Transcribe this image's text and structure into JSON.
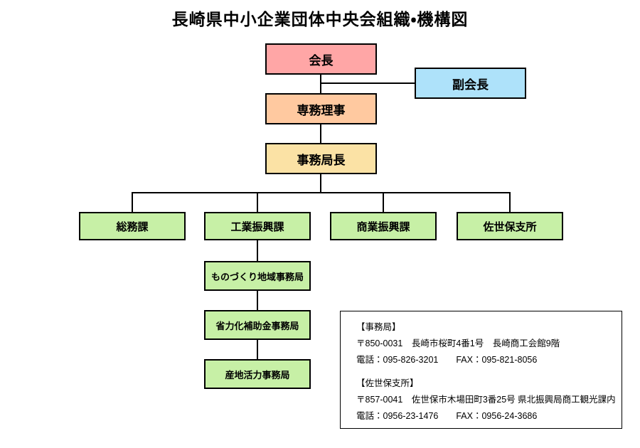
{
  "title": "長崎県中小企業団体中央会組織・機構図",
  "org": {
    "chairman": "会長",
    "vice_chairman": "副会長",
    "executive_director": "専務理事",
    "secretary_general": "事務局長",
    "departments": [
      "総務課",
      "工業振興課",
      "商業振興課",
      "佐世保支所"
    ],
    "industry_sub_offices": [
      "ものづくり地域事務局",
      "省力化補助金事務局",
      "産地活力事務局"
    ]
  },
  "info_box": {
    "office_heading": "【事務局】",
    "office_address": "〒850-0031　長崎市桜町4番1号　長崎商工会館9階",
    "office_contact": "電話：095-826-3201　　FAX：095-821-8056",
    "branch_heading": "【佐世保支所】",
    "branch_address": "〒857-0041　佐世保市木場田町3番25号 県北振興局商工観光課内",
    "branch_contact": "電話：0956-23-1476　　FAX：0956-24-3686"
  },
  "colors": {
    "chairman_bg": "#FFA6A6",
    "vice_chairman_bg": "#AEE2FA",
    "executive_director_bg": "#FFC9A0",
    "secretary_general_bg": "#FBE2A5",
    "department_bg": "#C7F0A6",
    "line": "#000000"
  }
}
